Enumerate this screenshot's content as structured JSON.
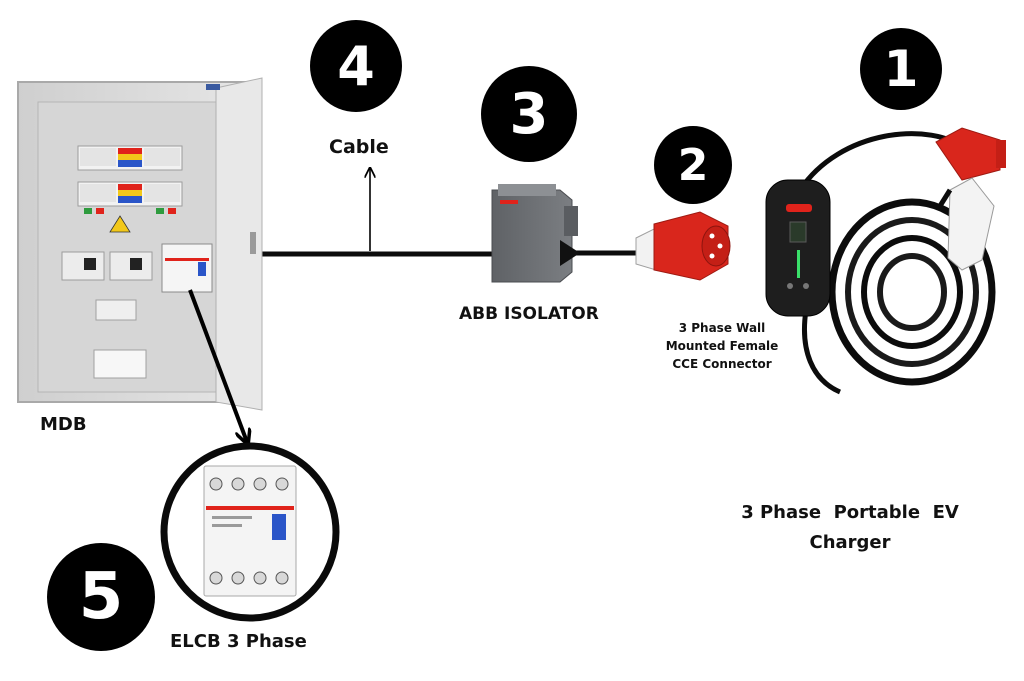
{
  "badges": {
    "b1": "1",
    "b2": "2",
    "b3": "3",
    "b4": "4",
    "b5": "5"
  },
  "labels": {
    "cable": "Cable",
    "isolator": "ABB ISOLATOR",
    "connector_line1": "3 Phase Wall",
    "connector_line2": "Mounted Female",
    "connector_line3": "CCE Connector",
    "mdb": "MDB",
    "elcb": "ELCB 3 Phase",
    "charger_line1": "3 Phase  Portable  EV",
    "charger_line2": "Charger"
  },
  "colors": {
    "badge": "#000000",
    "plug_red": "#d9261c",
    "panel": "#dcdcdc",
    "breaker_red": "#e0231b",
    "breaker_yellow": "#f2c81a",
    "breaker_blue": "#2a55c8",
    "isolator_body": "#6b6e72",
    "charger_body": "#1e1e1e",
    "cable": "#0c0c0c"
  },
  "icons": [
    "mdb-panel",
    "elcb-breaker",
    "abb-isolator",
    "cce-female-socket",
    "cce-male-plug",
    "ev-charger-control-box",
    "type2-connector"
  ]
}
